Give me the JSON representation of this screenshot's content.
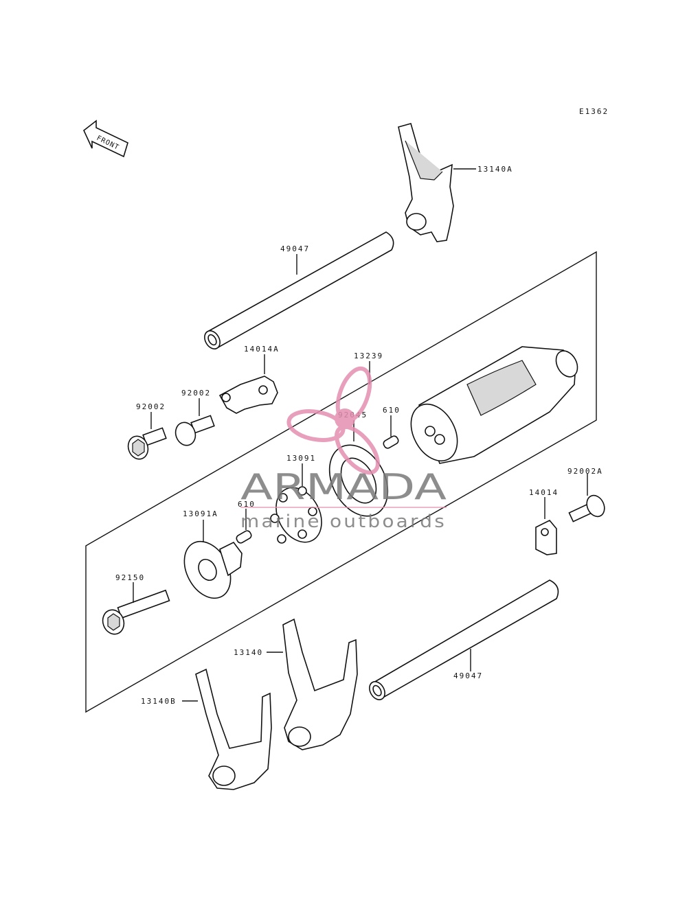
{
  "diagram_code": "E1362",
  "front_label": "FRONT",
  "watermark": {
    "brand": "ARMADA",
    "tagline": "marine outboards",
    "color": "#e58fb0"
  },
  "labels": {
    "fork_13140A": "13140A",
    "rod_upper": "49047",
    "plate_14014A": "14014A",
    "drum_13239": "13239",
    "bolt_left": "92002",
    "bolt_mid": "92002",
    "bearing": "92045",
    "pin_upper": "610",
    "pin_upper_cap": "13091",
    "pin_lower": "610",
    "holder": "13091A",
    "bolt_92002A": "92002A",
    "plate_14014": "14014",
    "bolt_92150": "92150",
    "fork_13140": "13140",
    "fork_13140B": "13140B",
    "rod_lower": "49047"
  }
}
